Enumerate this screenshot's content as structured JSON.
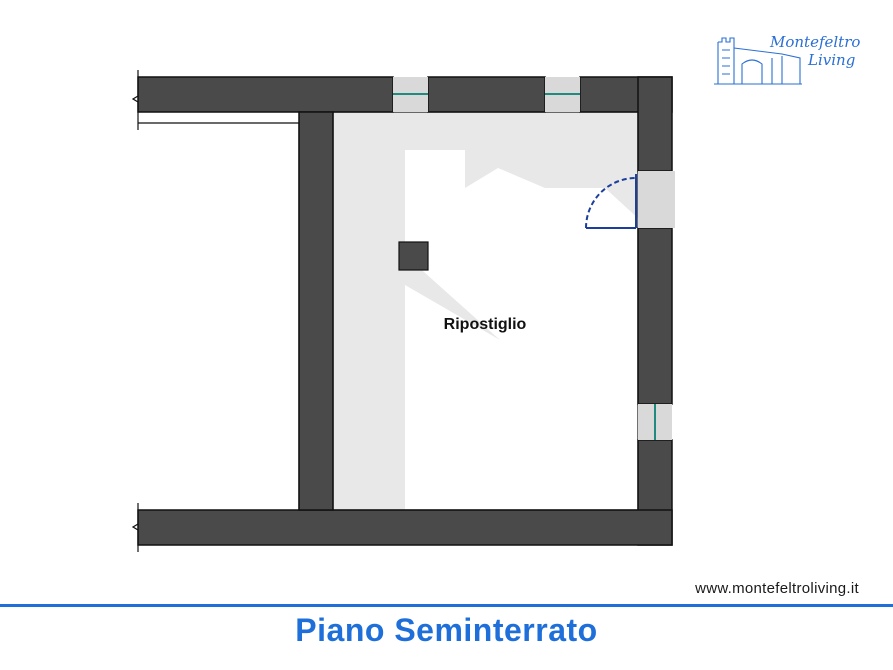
{
  "room": {
    "name": "Ripostiglio"
  },
  "branding": {
    "logo_line1": "Montefeltro",
    "logo_line2": "Living",
    "website": "www.montefeltroliving.it",
    "accent_color": "#1e6fd9"
  },
  "footer": {
    "floor_title": "Piano Seminterrato"
  },
  "colors": {
    "wall": "#4a4a4a",
    "floor": "#e8e8e8",
    "window_frame": "#d9d9d9",
    "window_glass": "#1f8a7d",
    "door_arc": "#1c3f9c"
  }
}
